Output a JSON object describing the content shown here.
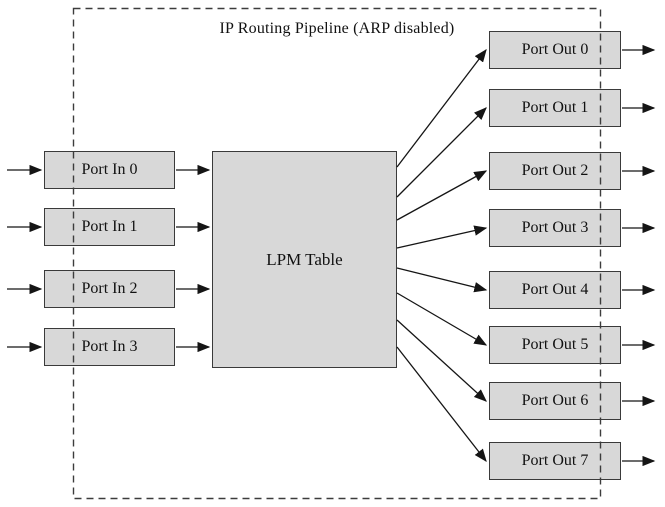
{
  "diagram": {
    "title": "IP Routing Pipeline (ARP disabled)",
    "center_node": {
      "label": "LPM Table"
    },
    "inputs": [
      {
        "label": "Port In 0"
      },
      {
        "label": "Port In 1"
      },
      {
        "label": "Port In 2"
      },
      {
        "label": "Port In 3"
      }
    ],
    "outputs": [
      {
        "label": "Port Out 0"
      },
      {
        "label": "Port Out 1"
      },
      {
        "label": "Port Out 2"
      },
      {
        "label": "Port Out 3"
      },
      {
        "label": "Port Out 4"
      },
      {
        "label": "Port Out 5"
      },
      {
        "label": "Port Out 6"
      },
      {
        "label": "Port Out 7"
      }
    ],
    "colors": {
      "node_fill": "#d8d8d8",
      "node_border": "#3a3a3a",
      "arrow": "#151515",
      "dashed_border": "#3c3c3c",
      "background": "#ffffff",
      "text": "#111111"
    }
  }
}
